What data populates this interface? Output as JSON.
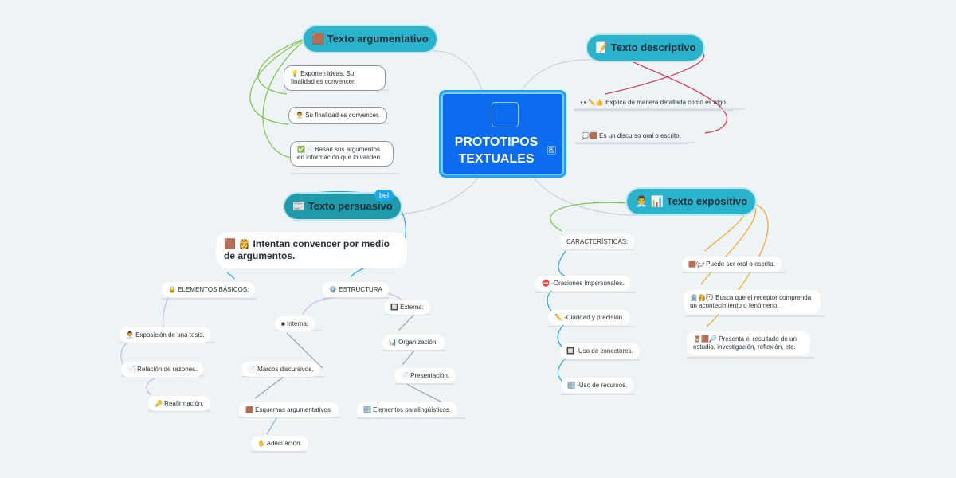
{
  "center": {
    "title": "PROTOTIPOS TEXTUALES",
    "image_icon": "image-placeholder-icon",
    "picture_icon": "🖼"
  },
  "branches": {
    "argumentativo": {
      "label": "🟫 Texto argumentativo",
      "leaves": [
        "💡 Exponen ideas. Su finalidad es convencer.",
        "👨‍💼 Su finalidad es convencer.",
        "✅📄 Basan sus argumentos en información que lo validen."
      ]
    },
    "descriptivo": {
      "label": "📝 Texto descriptivo",
      "leaves": [
        "👀✏️👍 Explica de manera detallada como es algo.",
        "💬🟫 Es un discurso oral o escrito."
      ]
    },
    "persuasivo": {
      "label": "📰 Texto persuasivo",
      "tag": "bel",
      "main": "🟫 👸 Intentan convencer por medio de argumentos.",
      "basicos_title": "🔒 ELEMENTOS BÁSICOS:",
      "basicos": [
        "👨‍💼 Exposición de una tesis.",
        "📄 Relación de razones.",
        "🔑 Reafirmación."
      ],
      "estructura_title": "⚙️ ESTRUCTURA",
      "interna_title": "■ Interna:",
      "interna": [
        "📄 Marcos discursivos.",
        "🟫 Esquemas argumentativos.",
        "✋ Adecuación."
      ],
      "externa_title": "🔲 Externa:",
      "externa": [
        "📊 Organización.",
        "📄 Presentación.",
        "🔢 Elementos paralingüísticos."
      ]
    },
    "expositivo": {
      "label": "👨‍💼 📊 Texto expositivo",
      "caracteristicas_title": "CARACTERÍSTICAS:",
      "caracteristicas": [
        "⛔ -Oraciones impersonales.",
        "✏️ -Claridad y precisión.",
        "🔲 -Uso de conectores.",
        "🔢 -Uso de recursos."
      ],
      "leaves": [
        "🟫💬 Puede ser oral o escrita.",
        "🏛️👸💬 Busca que el receptor comprenda un acontecimiento o fenómeno.",
        "🦉🟫🔎 Presenta el resultado de un estudio, investigación, reflexión, etc."
      ]
    }
  },
  "colors": {
    "accent": "#0b6cf0",
    "pill": "#2ab3cc",
    "green": "#7cc443",
    "red": "#d9334b",
    "orange": "#f5a623",
    "blue": "#1ba6ef",
    "lilac": "#c9b8e8",
    "slate": "#8fa5b0"
  }
}
